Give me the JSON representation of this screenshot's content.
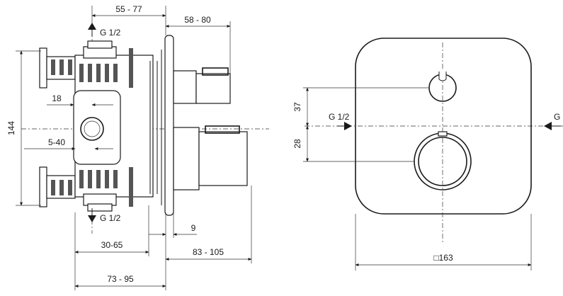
{
  "side_view": {
    "dim_top_depth": "55 - 77",
    "dim_trim_depth": "58 - 80",
    "dim_height": "144",
    "dim_pipe_offset": "18",
    "dim_wall_adjust": "5-40",
    "dim_trim_thickness": "9",
    "dim_body_depth_a": "30-65",
    "dim_body_depth_b": "73 - 95",
    "dim_handle_depth": "83 - 105",
    "outlet_top_label": "G 1/2",
    "outlet_bottom_label": "G 1/2"
  },
  "front_view": {
    "dim_upper": "37",
    "dim_lower": "28",
    "inlet_left_label": "G 1/2",
    "inlet_right_label": "G",
    "plate_size": "□163"
  }
}
